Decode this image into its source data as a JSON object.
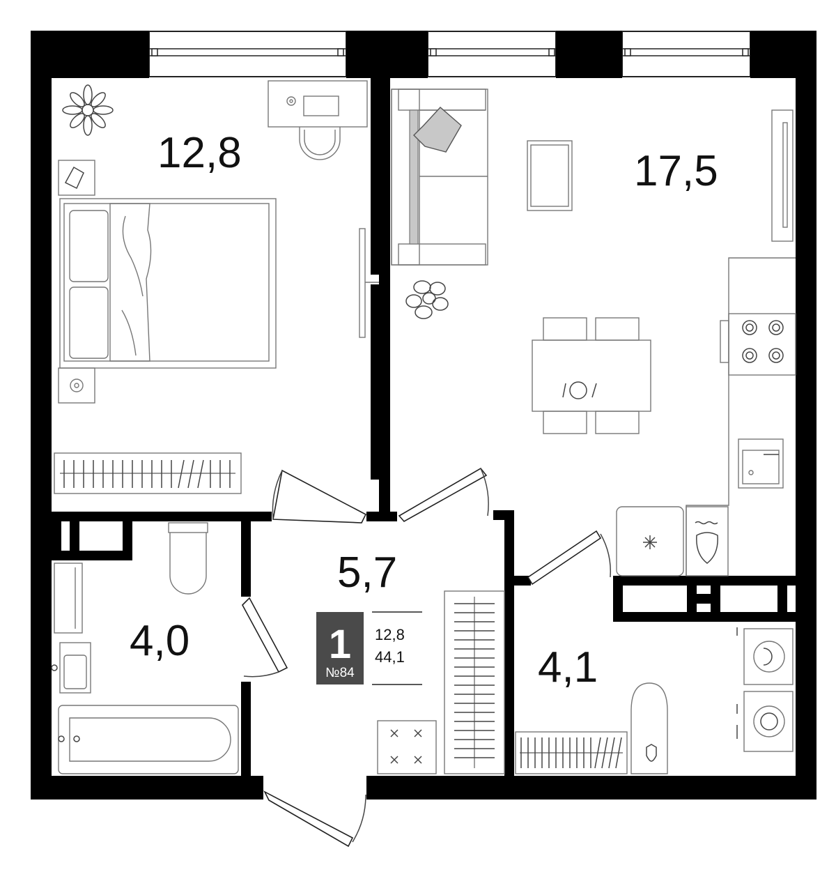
{
  "rooms": {
    "bedroom": {
      "area": "12,8"
    },
    "living_kitchen": {
      "area": "17,5"
    },
    "hall": {
      "area": "5,7"
    },
    "bathroom": {
      "area": "4,0"
    },
    "storage": {
      "area": "4,1"
    }
  },
  "badge": {
    "rooms_count": "1",
    "apartment_number": "№84",
    "living_area": "12,8",
    "total_area": "44,1"
  },
  "colors": {
    "wall": "#000000",
    "badge_bg": "#4a4a4a",
    "furniture_stroke": "#777777",
    "sofa_accent": "#c8c8c8"
  }
}
